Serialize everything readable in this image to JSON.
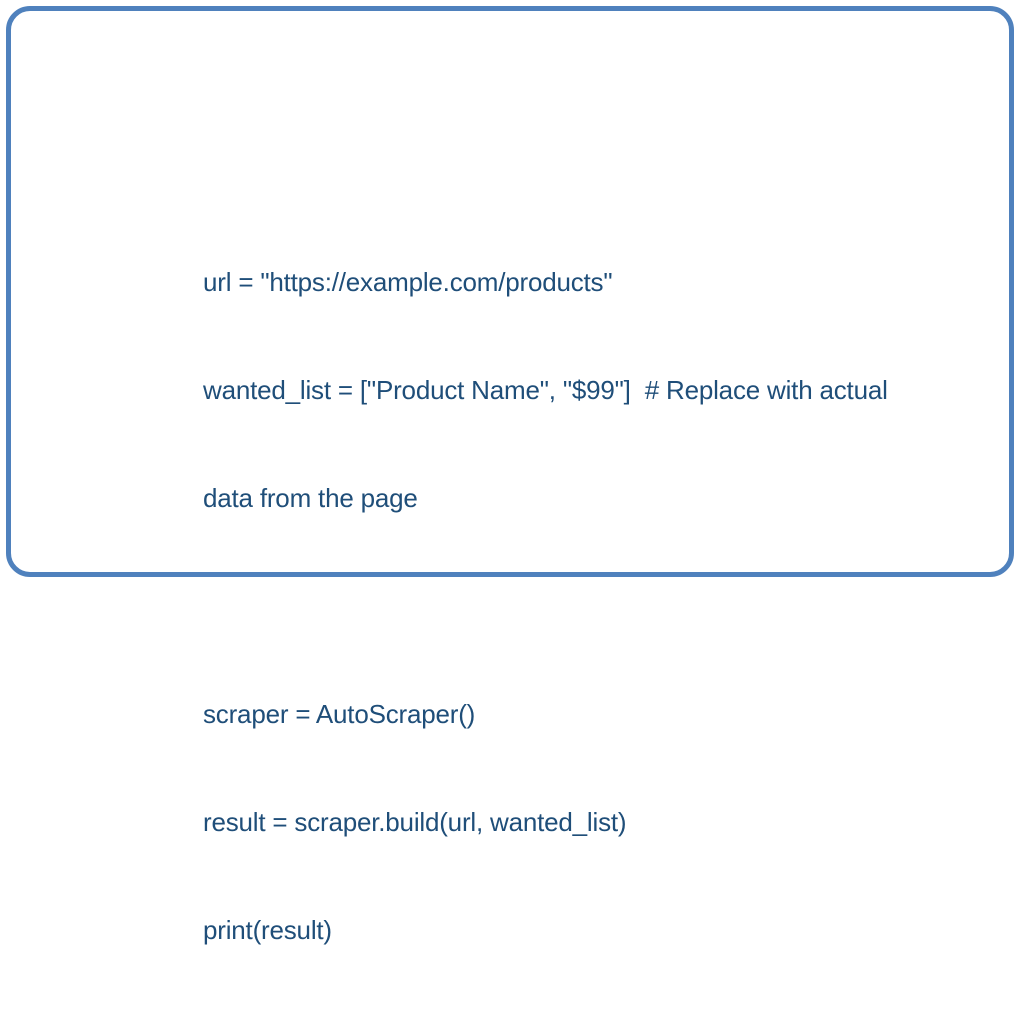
{
  "frame": {
    "border_color": "#4f81bd",
    "background_color": "#ffffff"
  },
  "code_block": {
    "text_color": "#1f4e79",
    "lines": [
      "url = \"https://example.com/products\"",
      "wanted_list = [\"Product Name\", \"$99\"]  # Replace with actual",
      "data from the page",
      "",
      "scraper = AutoScraper()",
      "result = scraper.build(url, wanted_list)",
      "print(result)"
    ]
  }
}
